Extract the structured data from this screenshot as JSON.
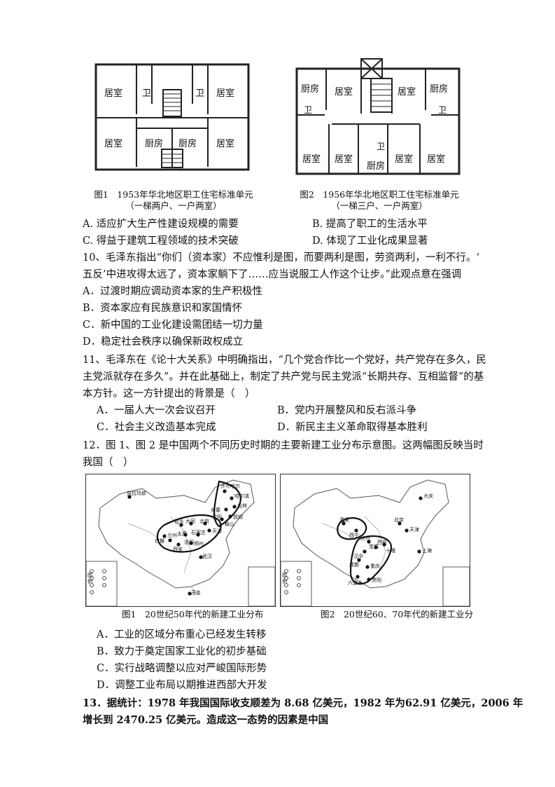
{
  "figures_top": {
    "fig1": {
      "rooms": {
        "bedroom": "居室",
        "toilet": "卫",
        "kitchen": "厨房"
      },
      "caption_line1": "图1　1953年华北地区职工住宅标准单元",
      "caption_line2": "（一梯两户、一户两室）"
    },
    "fig2": {
      "rooms": {
        "bedroom": "居室",
        "toilet": "卫",
        "kitchen": "厨房"
      },
      "caption_line1": "图2　1956年华北地区职工住宅标准单元",
      "caption_line2": "（一梯三户、一户两室）"
    }
  },
  "q9": {
    "optA": "A. 适应扩大生产性建设规模的需要",
    "optB": "B. 提高了职工的生活水平",
    "optC": "C. 得益于建筑工程领域的技术突破",
    "optD": "D. 体现了工业化成果显著"
  },
  "q10": {
    "line1": "10、毛泽东指出“你们（资本家）不应惟利是图，而要两利是图，劳资两利，一利不行。‘",
    "line2": "五反’中进攻得太远了，资本家躺下了……应当说服工人作这个让步。”此观点意在强调",
    "optA": "A．过渡时期应调动资本家的生产积极性",
    "optB": "B．资本家应有民族意识和家国情怀",
    "optC": "C．新中国的工业化建设需团结一切力量",
    "optD": "D．稳定社会秩序以确保新政权成立"
  },
  "q11": {
    "line1": "11、毛泽东在《论十大关系》中明确指出，“几个党合作比一个党好，共产党存在多久，民",
    "line2": "主党派就存在多久”。并在此基础上，制定了共产党与民主党派“长期共存、互相监督”的基",
    "line3": "本方针。这一方针提出的背景是（　）",
    "optA": "A．一届人大一次会议召开",
    "optB": "B．党内开展整风和反右派斗争",
    "optC": "C．社会主义改造基本完成",
    "optD": "D．新民主主义革命取得基本胜利"
  },
  "q12": {
    "line1": "12．图 1、图 2 是中国两个不同历史时期的主要新建工业分布示意图。这两幅图反映当时",
    "line2": "我国（　）",
    "map1": {
      "caption": "图1　20世纪50年代的新建工业分布",
      "legend_label": "图例",
      "cities": [
        "克拉玛依",
        "齐齐哈尔",
        "哈尔滨",
        "吉林",
        "长春",
        "抚顺",
        "沈阳",
        "鞍山",
        "大同",
        "北京",
        "天津",
        "包头",
        "太原",
        "石家庄",
        "郑州",
        "西安",
        "洛阳",
        "兰州",
        "白银",
        "武汉",
        "茂名"
      ]
    },
    "map2": {
      "caption": "图2　20世纪60、70年代的新建工业分",
      "legend_label": "图例",
      "cities": [
        "大庆",
        "北京",
        "天津",
        "酒泉",
        "西宁",
        "兰州",
        "宝鸡",
        "西安",
        "十堰",
        "汉中",
        "成都",
        "重庆",
        "六盘水",
        "贵阳",
        "上海"
      ]
    },
    "optA": "A．工业的区域分布重心已经发生转移",
    "optB": "B．致力于奠定国家工业化的初步基础",
    "optC": "C．实行战略调整以应对严峻国际形势",
    "optD": "D．调整工业布局以期推进西部大开发"
  },
  "q13": {
    "line1": "13．据统计：1978 年我国国际收支顺差为 8.68 亿美元，1982 年为62.91 亿美元，2006 年",
    "line2": "增长到 2470.25 亿美元。造成这一态势的因素是中国"
  }
}
